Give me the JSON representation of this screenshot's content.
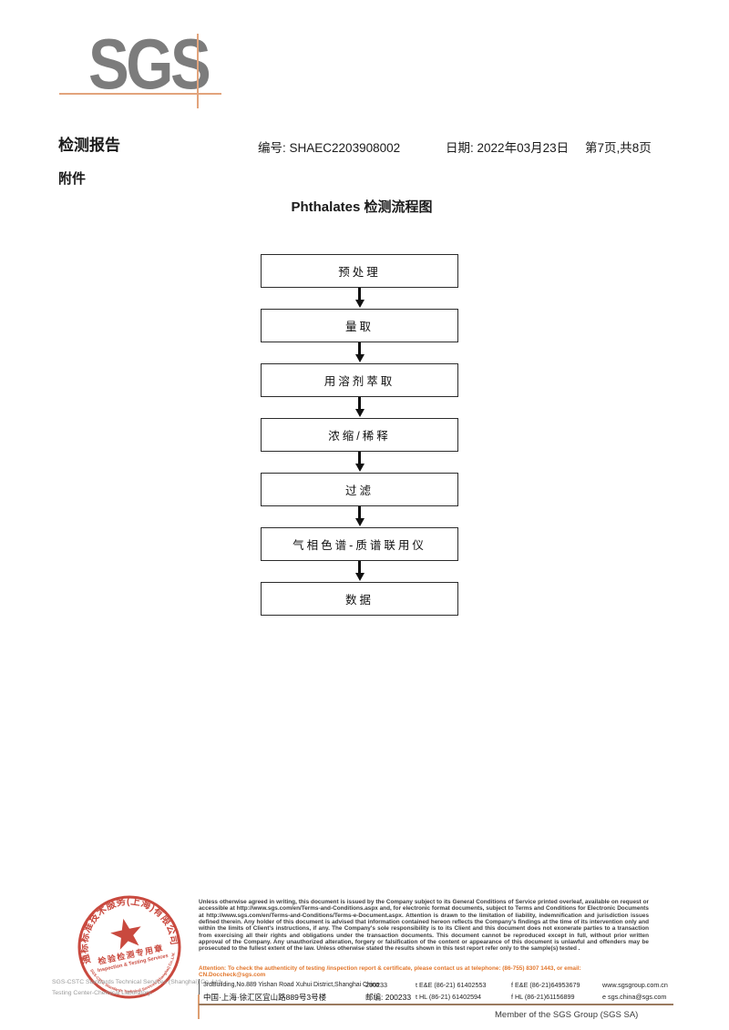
{
  "header": {
    "logo_text": "SGS",
    "report_title": "检测报告",
    "no_label": "编号:",
    "no_value": "SHAEC2203908002",
    "date_label": "日期:",
    "date_value": "2022年03月23日",
    "page_info": "第7页,共8页",
    "attachment_label": "附件"
  },
  "flowchart": {
    "title": "Phthalates 检测流程图",
    "steps": [
      "预处理",
      "量取",
      "用溶剂萃取",
      "浓缩/稀释",
      "过滤",
      "气相色谱-质谱联用仪",
      "数据"
    ]
  },
  "stamp": {
    "ring_text": "通标标准技术服务(上海)有限公司",
    "ring_text_bottom": "SGS-CSTC Standards Technical Services (Shanghai) Co.,Ltd.",
    "title": "检验检测专用章",
    "subtitle": "Inspection & Testing Services",
    "color": "#c53a2e"
  },
  "company": {
    "line1": "SGS-CSTC Standards Technical Services (Shanghai) Co.,Ltd.",
    "line2": "Testing Center-Chemical Laboratory."
  },
  "legal": {
    "text": "Unless otherwise agreed in writing, this document is issued by the Company subject to its General Conditions of Service printed overleaf, available on request or accessible at http://www.sgs.com/en/Terms-and-Conditions.aspx and, for electronic format documents, subject to Terms and Conditions for Electronic Documents at http://www.sgs.com/en/Terms-and-Conditions/Terms-e-Document.aspx. Attention is drawn to the limitation of liability, indemnification and jurisdiction issues defined therein. Any holder of this document is advised that information contained hereon reflects the Company's findings at the time of its intervention only and within the limits of Client's instructions, if any. The Company's sole responsibility is to its Client and this document does not exonerate parties to a transaction from exercising all their rights and obligations under the transaction documents. This document cannot be reproduced except in full, without prior written approval of the Company. Any unauthorized alteration, forgery or falsification of the content or appearance of this document is unlawful and offenders may be prosecuted to the fullest extent of the law. Unless otherwise stated the results shown in this test report refer only to the sample(s) tested .",
    "attention_text": "Attention: To check the authenticity of testing /inspection report & certificate, please contact us at telephone: (86-755) 8307 1443, or email: CN.Doccheck@sgs.com"
  },
  "address": {
    "en": "3rdBuilding,No.889 Yishan Road Xuhui District,Shanghai China",
    "en_post": "200233",
    "cn": "中国·上海·徐汇区宜山路889号3号楼",
    "cn_post": "邮编: 200233",
    "tel1": "t E&E (86-21) 61402553",
    "fax1": "f E&E (86-21)64953679",
    "web": "www.sgsgroup.com.cn",
    "tel2": "t HL (86-21) 61402594",
    "fax2": "f HL (86-21)61156899",
    "email": "e sgs.china@sgs.com"
  },
  "footer": {
    "member_text": "Member of the SGS Group (SGS SA)"
  }
}
